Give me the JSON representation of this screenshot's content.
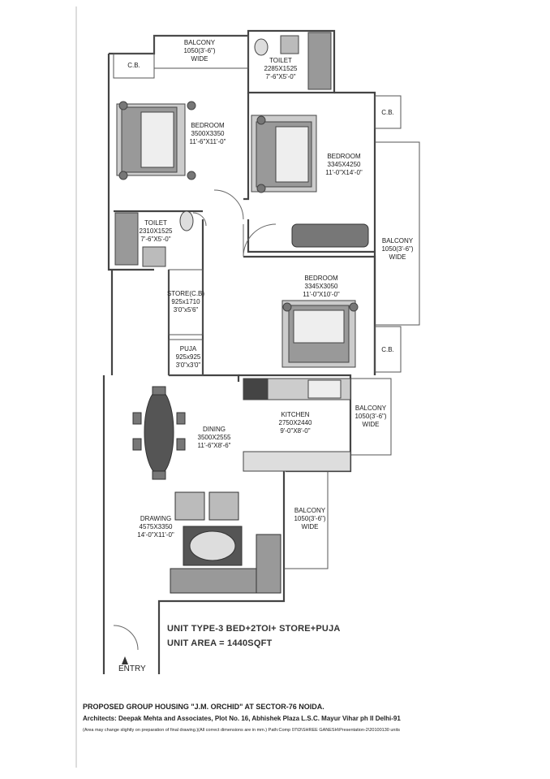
{
  "rooms": {
    "balcony_top": {
      "name": "BALCONY",
      "size": "1050(3'-6\")",
      "extra": "WIDE"
    },
    "toilet_top": {
      "name": "TOILET",
      "size": "2285X1525",
      "imperial": "7'-6\"X5'-0\""
    },
    "bedroom_1": {
      "name": "BEDROOM",
      "size": "3500X3350",
      "imperial": "11'-6\"X11'-0\""
    },
    "bedroom_2": {
      "name": "BEDROOM",
      "size": "3345X4250",
      "imperial": "11'-0\"X14'-0\""
    },
    "toilet_2": {
      "name": "TOILET",
      "size": "2310X1525",
      "imperial": "7'-6\"X5'-0\""
    },
    "balcony_right": {
      "name": "BALCONY",
      "size": "1050(3'-6\")",
      "extra": "WIDE"
    },
    "store": {
      "name": "STORE(C.B)",
      "size": "925x1710",
      "imperial": "3'0\"x5'6\""
    },
    "bedroom_3": {
      "name": "BEDROOM",
      "size": "3345X3050",
      "imperial": "11'-0\"X10'-0\""
    },
    "puja": {
      "name": "PUJA",
      "size": "925x925",
      "imperial": "3'0\"x3'0\""
    },
    "balcony_kitchen": {
      "name": "BALCONY",
      "size": "1050(3'-6\")",
      "extra": "WIDE"
    },
    "kitchen": {
      "name": "KITCHEN",
      "size": "2750X2440",
      "imperial": "9'-0\"X8'-0\""
    },
    "dining": {
      "name": "DINING",
      "size": "3500X2555",
      "imperial": "11'-6\"X8'-6\""
    },
    "balcony_drawing": {
      "name": "BALCONY",
      "size": "1050(3'-6\")",
      "extra": "WIDE"
    },
    "drawing": {
      "name": "DRAWING",
      "size": "4575X3350",
      "imperial": "14'-0\"X11'-0\""
    }
  },
  "cupboards": {
    "cb_1": "C.B.",
    "cb_2": "C.B.",
    "cb_3": "C.B."
  },
  "unit": {
    "type": "UNIT TYPE-3 BED+2TOI+ STORE+PUJA",
    "area": "UNIT AREA   =  1440SQFT"
  },
  "entry": "ENTRY",
  "footer": {
    "project": "PROPOSED GROUP HOUSING \"J.M. ORCHID\" AT SECTOR-76 NOIDA.",
    "architects": "Architects: Deepak Mehta and Associates, Plot No. 16, Abhishek Plaza L.S.C. Mayur Vihar ph II Delhi-91",
    "note": "(Area may change slightly  on preparation of final drawing.)(All correct dimensions are in mm.) Path:Comp 07\\D\\SHREE GANESH\\Presentation-2\\20100130 units"
  }
}
